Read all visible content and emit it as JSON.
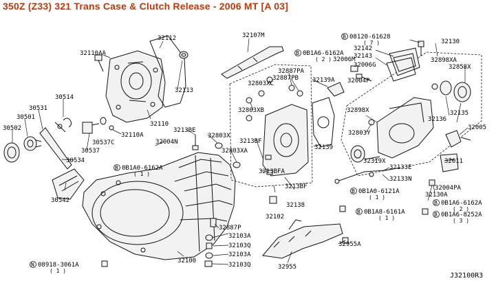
{
  "title": "350Z (Z33) 321 Trans Case & Clutch Release - 2006 MT [A 03]",
  "colors": {
    "title": "#cc3300",
    "line": "#111111",
    "background": "#ffffff"
  },
  "reference_code": "J32100R3",
  "callouts": {
    "p32112": "32112",
    "p32107M": "32107M",
    "p08120": "08120-61628",
    "p08120q": "( 7 )",
    "p32130": "32130",
    "p32110AA": "32110AA",
    "p32142": "32142",
    "p32143": "32143",
    "p0B1A6_6162A_top": "0B1A6-6162A",
    "p0B1A6_6162A_top_q": "( 2 )",
    "p32006M": "32006M",
    "p32006G": "32006G",
    "p32898XA": "32898XA",
    "p32858X": "32858X",
    "p32887PA": "32887PA",
    "p32887PB": "32887PB",
    "p32803XC": "32803XC",
    "p32139A": "32139A",
    "p32004P": "32004P",
    "p32113": "32113",
    "p30514": "30514",
    "p30531": "30531",
    "p30501": "30501",
    "p30502": "30502",
    "p32803XB": "32803XB",
    "p32898X": "32898X",
    "p32135": "32135",
    "p32136": "32136",
    "p32005": "32005",
    "p32110": "32110",
    "p3213BE": "3213BE",
    "p32803X": "32803X",
    "p32803Y": "32803Y",
    "p32110A": "32110A",
    "p30537C": "30537C",
    "p32004N": "32004N",
    "p30537": "30537",
    "p3213BF": "3213BF",
    "p32139": "32139",
    "p32803XA": "32803XA",
    "p32319X": "32319X",
    "p30534": "30534",
    "p32011": "32011",
    "p0B1A0_6162A": "0B1A0-6162A",
    "p0B1A0_6162A_q": "( 1 )",
    "p3213BFA": "3213BFA",
    "p32133E": "32133E",
    "p32133N": "32133N",
    "p32004PA": "32004PA",
    "p3213BF2": "3213BF",
    "p0B1A0_6121A": "0B1A0-6121A",
    "p0B1A0_6121A_q": "( 1 )",
    "p30542": "30542",
    "p32138": "32138",
    "p32130A": "32130A",
    "p0B1A6_6162A_bot": "0B1A6-6162A",
    "p0B1A6_6162A_bot_q": "( 2 )",
    "p32102": "32102",
    "p0B1A8_6161A": "0B1A8-6161A",
    "p0B1A8_6161A_q": "( 1 )",
    "p0B1A6_8252A": "0B1A6-8252A",
    "p0B1A6_8252A_q": "( 3 )",
    "p32887P": "32887P",
    "p32103A_1": "32103A",
    "p32103Q_1": "32103Q",
    "p32955A": "32955A",
    "p32103A_2": "32103A",
    "p32100": "32100",
    "p32103Q_2": "32103Q",
    "p32955": "32955",
    "p08918": "08918-3061A",
    "p08918_q": "( 1 )"
  },
  "symbols": {
    "bolt_marker": "B",
    "nut_marker": "N"
  }
}
